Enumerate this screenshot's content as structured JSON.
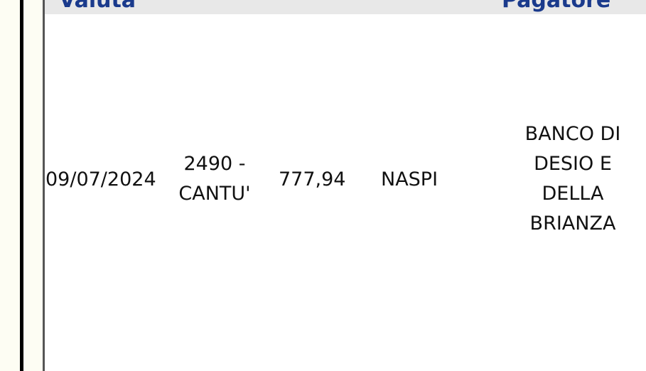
{
  "table": {
    "headers": {
      "valuta": "Valuta",
      "pagatore": "Pagatore"
    },
    "row": {
      "date": "09/07/2024",
      "branch": "2490 - CANTU'",
      "amount": "777,94",
      "causale": "NASPI",
      "pagatore": "BANCO DI DESIO E DELLA BRIANZA"
    }
  },
  "colors": {
    "header_text": "#1a3a8c",
    "header_bg": "#e8e8e8",
    "page_bg": "#fdfdf3"
  }
}
